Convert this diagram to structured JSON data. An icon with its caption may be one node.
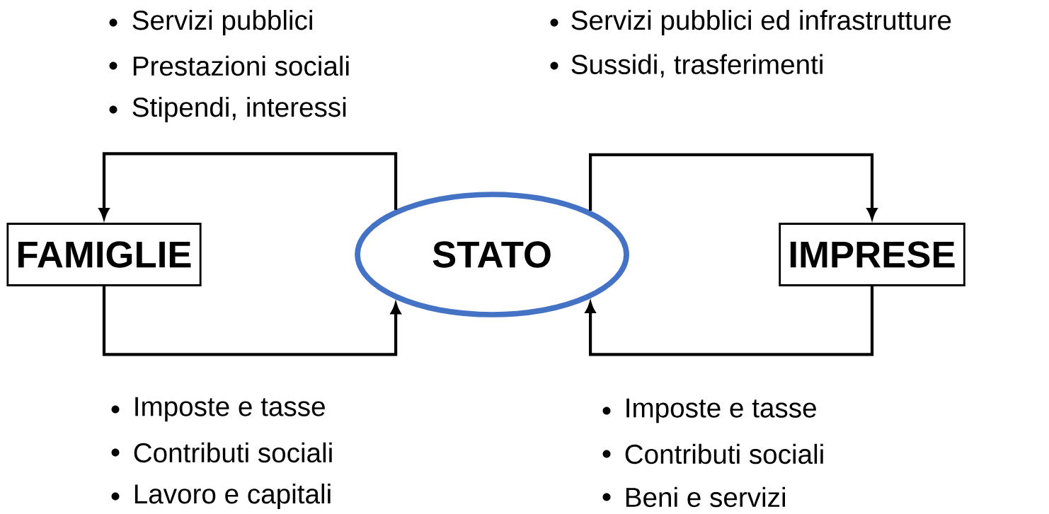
{
  "diagram": {
    "nodes": [
      {
        "text": [
          "FAMIGLIE"
        ]
      },
      {
        "text": [
          "STATO"
        ]
      },
      {
        "text": [
          "IMPRESE"
        ]
      }
    ],
    "edges": [
      {
        "from": 1,
        "to": 0,
        "arrow": "to"
      },
      {
        "from": 0,
        "to": 1,
        "arrow": "to"
      },
      {
        "from": 1,
        "to": 2,
        "arrow": "to"
      },
      {
        "from": 2,
        "to": 1,
        "arrow": "to"
      }
    ],
    "labels": [
      "Servizi pubblici",
      "Prestazioni sociali",
      "Stipendi, interessi",
      "Servizi pubblici ed infrastrutture",
      "Sussidi, trasferimenti",
      "Imposte e tasse",
      "Contributi sociali",
      "Lavoro e capitali",
      "Imposte e tasse",
      "Contributi sociali",
      "Beni e servizi"
    ]
  }
}
